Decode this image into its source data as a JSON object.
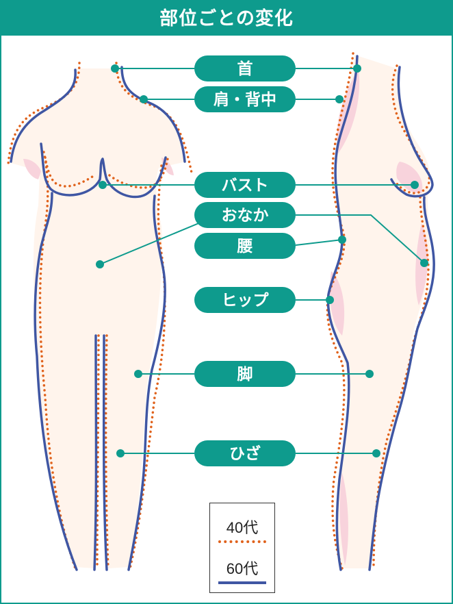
{
  "title": "部位ごとの変化",
  "labels": {
    "neck": "首",
    "shoulder_back": "肩・背中",
    "bust": "バスト",
    "belly": "おなか",
    "waist": "腰",
    "hip": "ヒップ",
    "leg": "脚",
    "knee": "ひざ"
  },
  "legend": {
    "forties": "40代",
    "sixties": "60代"
  },
  "colors": {
    "teal": "#0e9b8d",
    "forties_line": "#e0621c",
    "sixties_line": "#3f56a3",
    "skin": "#fff4ec",
    "sag_area": "#f8d3dc"
  }
}
